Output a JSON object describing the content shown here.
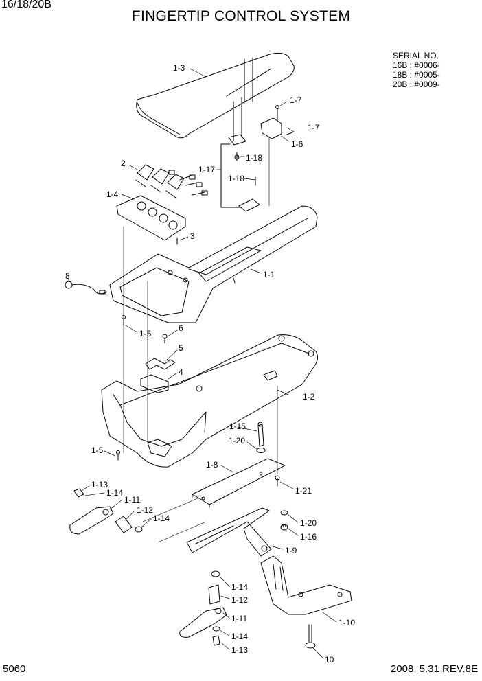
{
  "header": {
    "model": "16/18/20B",
    "title": "FINGERTIP CONTROL SYSTEM"
  },
  "serial": {
    "heading": "SERIAL NO.",
    "lines": [
      "16B : #0006-",
      "18B : #0005-",
      "20B : #0009-"
    ]
  },
  "footer": {
    "page_number": "5060",
    "revision": "2008. 5.31  REV.8E"
  },
  "callouts": [
    {
      "id": "c-1-3",
      "text": "1-3"
    },
    {
      "id": "c-1-7a",
      "text": "1-7"
    },
    {
      "id": "c-1-7b",
      "text": "1-7"
    },
    {
      "id": "c-1-6",
      "text": "1-6"
    },
    {
      "id": "c-2",
      "text": "2"
    },
    {
      "id": "c-1-17",
      "text": "1-17"
    },
    {
      "id": "c-1-18a",
      "text": "1-18"
    },
    {
      "id": "c-1-18b",
      "text": "1-18"
    },
    {
      "id": "c-1-4",
      "text": "1-4"
    },
    {
      "id": "c-3",
      "text": "3"
    },
    {
      "id": "c-1-1",
      "text": "1-1"
    },
    {
      "id": "c-8",
      "text": "8"
    },
    {
      "id": "c-1-5a",
      "text": "1-5"
    },
    {
      "id": "c-6",
      "text": "6"
    },
    {
      "id": "c-5",
      "text": "5"
    },
    {
      "id": "c-4",
      "text": "4"
    },
    {
      "id": "c-1-2",
      "text": "1-2"
    },
    {
      "id": "c-1-15",
      "text": "1-15"
    },
    {
      "id": "c-1-20a",
      "text": "1-20"
    },
    {
      "id": "c-1-5b",
      "text": "1-5"
    },
    {
      "id": "c-1-8",
      "text": "1-8"
    },
    {
      "id": "c-1-21",
      "text": "1-21"
    },
    {
      "id": "c-1-13a",
      "text": "1-13"
    },
    {
      "id": "c-1-14a",
      "text": "1-14"
    },
    {
      "id": "c-1-11a",
      "text": "1-11"
    },
    {
      "id": "c-1-12a",
      "text": "1-12"
    },
    {
      "id": "c-1-14b",
      "text": "1-14"
    },
    {
      "id": "c-1-20b",
      "text": "1-20"
    },
    {
      "id": "c-1-16",
      "text": "1-16"
    },
    {
      "id": "c-1-9",
      "text": "1-9"
    },
    {
      "id": "c-1-14c",
      "text": "1-14"
    },
    {
      "id": "c-1-12b",
      "text": "1-12"
    },
    {
      "id": "c-1-11b",
      "text": "1-11"
    },
    {
      "id": "c-1-10",
      "text": "1-10"
    },
    {
      "id": "c-1-14d",
      "text": "1-14"
    },
    {
      "id": "c-1-13b",
      "text": "1-13"
    },
    {
      "id": "c-10",
      "text": "10"
    }
  ]
}
